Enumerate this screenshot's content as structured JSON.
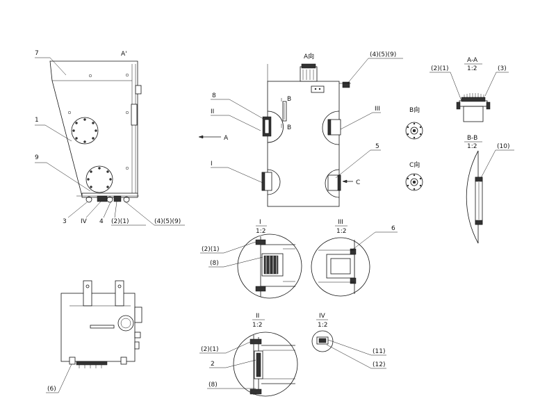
{
  "drawing": {
    "side_view": {
      "view_label": "A'",
      "callouts": [
        "7",
        "1",
        "9",
        "3",
        "IV",
        "4",
        "(2)(1)",
        "(4)(5)(9)"
      ]
    },
    "main_view": {
      "top_label": "A向",
      "top_right_callout": "(4)(5)(9)",
      "callouts": [
        "8",
        "II",
        "III",
        "I",
        "5"
      ],
      "section_marks": [
        "B",
        "B"
      ],
      "arrows": [
        "A",
        "C"
      ]
    },
    "direction_views": {
      "b": "B向",
      "c": "C向"
    },
    "section_aa": {
      "title": "A-A",
      "scale": "1:2",
      "callouts": [
        "(2)(1)",
        "(3)"
      ]
    },
    "section_bb": {
      "title": "B-B",
      "scale": "1:2",
      "callouts": [
        "(10)"
      ]
    },
    "detail_I": {
      "title": "I",
      "scale": "1:2",
      "callouts": [
        "(2)(1)",
        "(8)"
      ]
    },
    "detail_III": {
      "title": "III",
      "scale": "1:2",
      "callouts": [
        "6"
      ]
    },
    "detail_II": {
      "title": "II",
      "scale": "1:2",
      "callouts": [
        "(2)(1)",
        "2",
        "(8)"
      ]
    },
    "detail_IV": {
      "title": "IV",
      "scale": "1:2",
      "callouts": [
        "(11)",
        "(12)"
      ]
    },
    "bottom_view": {
      "callouts": [
        "(6)"
      ]
    }
  }
}
